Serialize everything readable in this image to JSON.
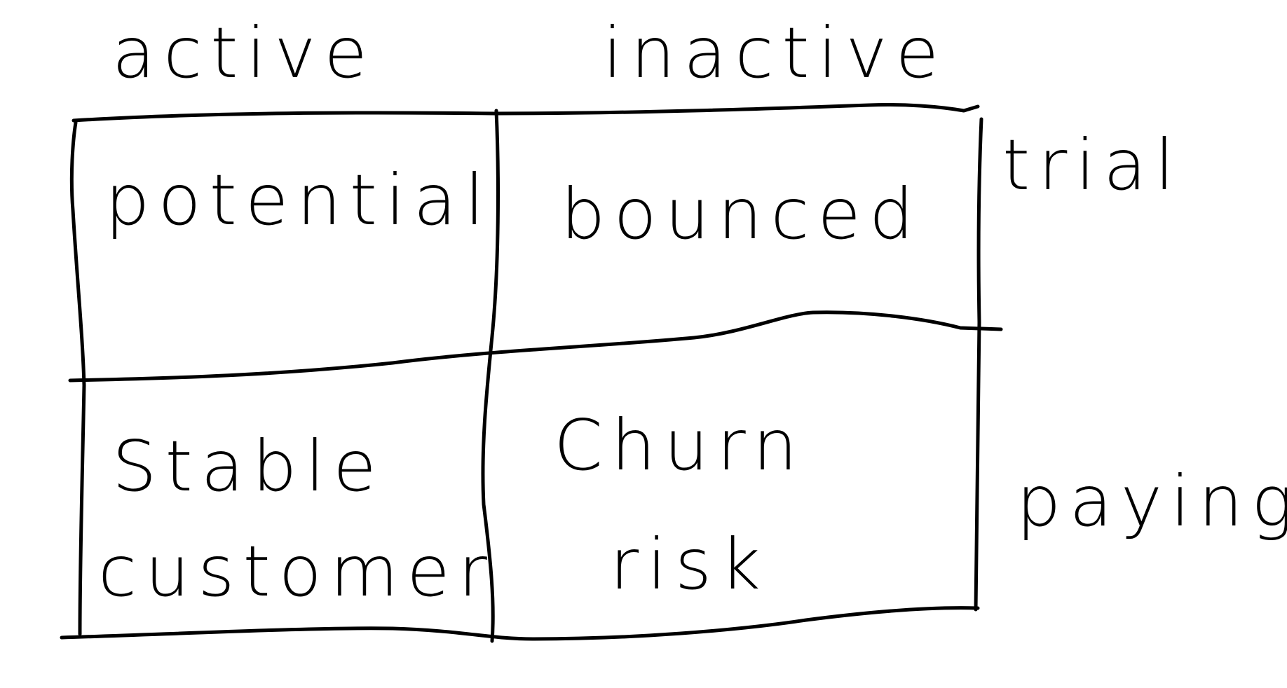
{
  "columns": {
    "left": "active",
    "right": "inactive"
  },
  "rows": {
    "top": "trial",
    "bottom": "paying"
  },
  "cells": {
    "top_left": "potential",
    "top_right": "bounced",
    "bottom_left": {
      "line1": "Stable",
      "line2": "customer"
    },
    "bottom_right": {
      "line1": "Churn",
      "line2": "risk"
    }
  },
  "colors": {
    "ink": "#000000",
    "background": "#ffffff"
  }
}
